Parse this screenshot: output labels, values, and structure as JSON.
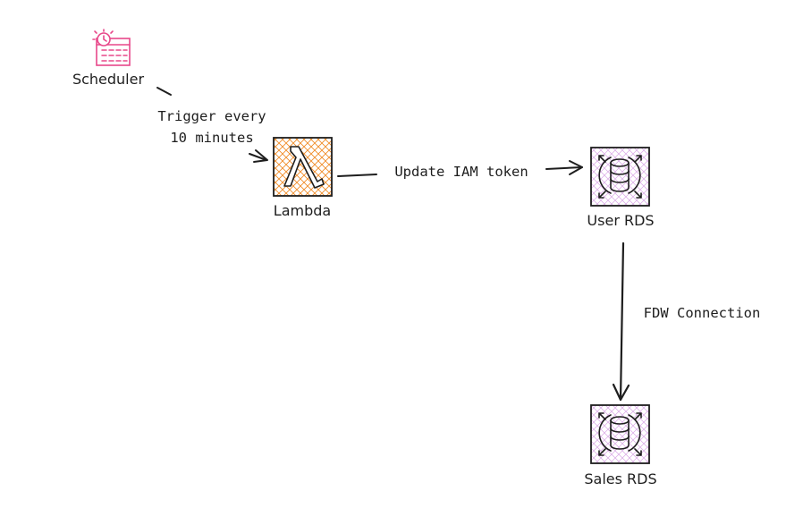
{
  "colors": {
    "stroke": "#1e1e1e",
    "scheduler": "#e8488a",
    "lambda_fill": "#f08c28",
    "rds_fill": "#c070d0"
  },
  "nodes": {
    "scheduler": {
      "label": "Scheduler",
      "icon": "calendar-clock-icon"
    },
    "lambda": {
      "label": "Lambda",
      "icon": "lambda-icon"
    },
    "user_rds": {
      "label": "User RDS",
      "icon": "rds-database-icon"
    },
    "sales_rds": {
      "label": "Sales RDS",
      "icon": "rds-database-icon"
    }
  },
  "edges": {
    "scheduler_to_lambda": {
      "line1": "Trigger every",
      "line2": "10 minutes"
    },
    "lambda_to_user_rds": {
      "label": "Update IAM token"
    },
    "user_rds_to_sales_rds": {
      "label": "FDW Connection"
    }
  }
}
